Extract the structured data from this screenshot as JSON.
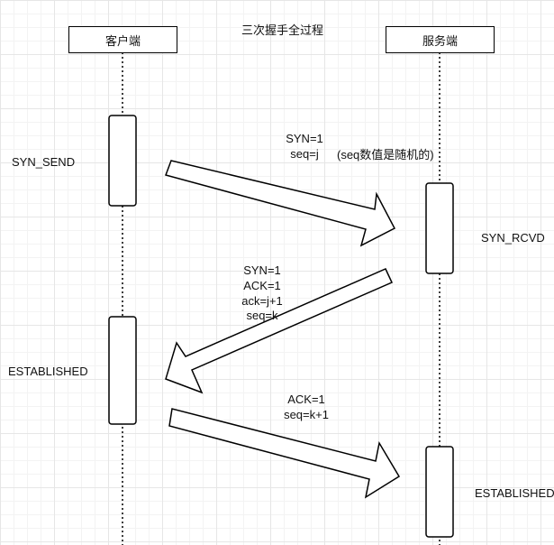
{
  "title": "三次握手全过程",
  "participants": {
    "client": "客户端",
    "server": "服务端"
  },
  "states": {
    "client_syn_send": "SYN_SEND",
    "server_syn_rcvd": "SYN_RCVD",
    "client_established": "ESTABLISHED",
    "server_established": "ESTABLISHED"
  },
  "messages": {
    "m1": {
      "line1": "SYN=1",
      "line2": "seq=j",
      "note": "(seq数值是随机的)"
    },
    "m2": {
      "line1": "SYN=1",
      "line2": "ACK=1",
      "line3": "ack=j+1",
      "line4": "seq=k"
    },
    "m3": {
      "line1": "ACK=1",
      "line2": "seq=k+1"
    }
  },
  "colors": {
    "line": "#000000",
    "fill": "#ffffff",
    "grid": "#e6e6e6"
  }
}
